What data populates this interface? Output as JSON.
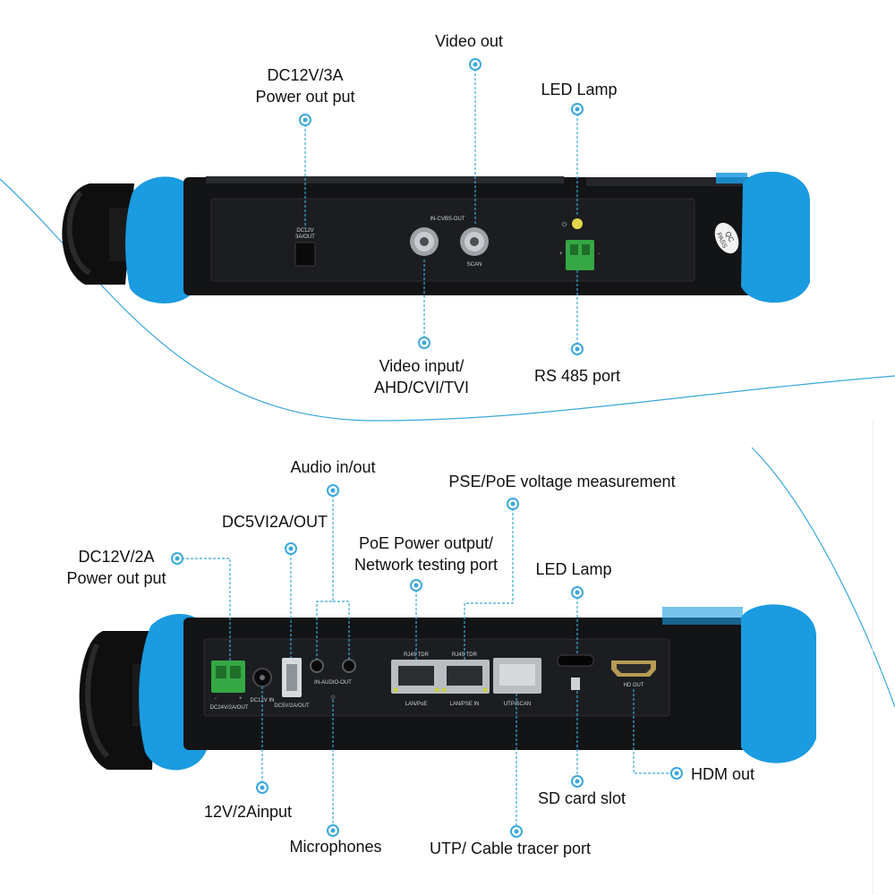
{
  "colors": {
    "bumper": "#1b9be0",
    "device_body": "#131416",
    "panel": "#1c1d20",
    "callout_line": "#3aa8dd",
    "terminal_green": "#35a845",
    "led_yellow": "#e4d64a"
  },
  "top_device": {
    "callouts": {
      "dc12v_3a_power": [
        "DC12V/3A",
        "Power out put"
      ],
      "video_out": "Video out",
      "led_lamp": "LED Lamp",
      "video_input": [
        "Video input/",
        "AHD/CVI/TVI"
      ],
      "rs485_port": "RS 485 port"
    },
    "panel_text": {
      "dc_label_1": "DC12V",
      "dc_label_2": "3A/OUT",
      "bnc_header": "IN-CVBS-OUT",
      "bnc_scan": "SCAN",
      "plus": "+",
      "minus": "-",
      "qc_badge_1": "QC",
      "qc_badge_2": "PASS"
    }
  },
  "bottom_device": {
    "callouts": {
      "audio_in_out": "Audio in/out",
      "pse_poe_voltage": "PSE/PoE voltage measurement",
      "dc5v_out": "DC5VI2A/OUT",
      "poe_power_output": [
        "PoE Power output/",
        "Network testing port"
      ],
      "dc12v_2a_power": [
        "DC12V/2A",
        "Power out put"
      ],
      "led_lamp": "LED Lamp",
      "hdm_out": "HDM out",
      "sd_card_slot": "SD card slot",
      "input_12v_2a": "12V/2Ainput",
      "microphones": "Microphones",
      "utp_cable_tracer": "UTP/ Cable tracer port"
    },
    "panel_text": {
      "dc24v_label": "DC24V/2A/OUT",
      "dc12v_in": "DC12V IN",
      "dc5v_label": "DC5V/2A/OUT",
      "audio_label": "IN-AUDIO-OUT",
      "rj45_tdr_1": "RJ45 TDR",
      "rj45_tdr_2": "RJ45 TDR",
      "lan_poe": "LAN/PoE",
      "lan_pse_in": "LAN/PSE IN",
      "utp_scan": "UTP/SCAN",
      "hd_out": "HD OUT",
      "minus": "-",
      "plus": "+"
    }
  }
}
